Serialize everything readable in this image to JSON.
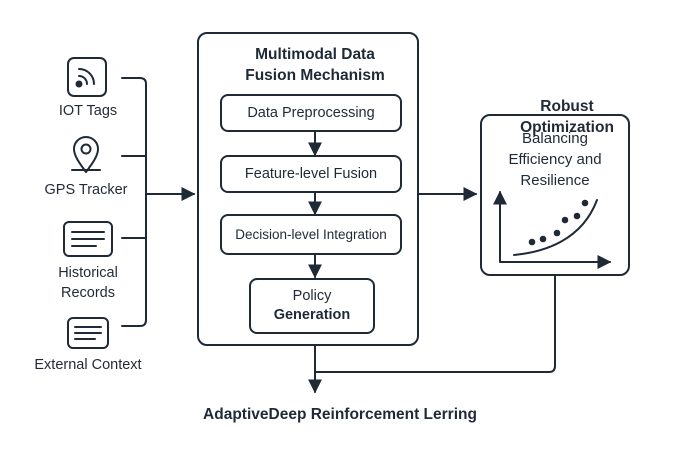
{
  "sources": {
    "iot": {
      "label": "IOT Tags",
      "icon": "wifi-tag-icon"
    },
    "gps": {
      "label": "GPS Tracker",
      "icon": "location-pin-icon"
    },
    "historical": {
      "line1": "Historical",
      "line2": "Records",
      "icon": "document-icon"
    },
    "external": {
      "label": "External Context",
      "icon": "document-icon"
    }
  },
  "fusion": {
    "title_line1": "Multimodal Data",
    "title_line2": "Fusion Mechanism",
    "steps": {
      "preprocessing": "Data Preprocessing",
      "feature": "Feature-level Fusion",
      "decision": "Decision-level Integration"
    },
    "policy_line1": "Policy",
    "policy_line2": "Generation"
  },
  "robust": {
    "title_line1": "Robust",
    "title_line2": "Optimization",
    "inner_line1": "Balancing",
    "inner_line2": "Efficiency and",
    "inner_line3": "Resilience",
    "plot_icon": "scatter-curve-icon"
  },
  "footer": "AdaptiveDeep Reinforcement Lerring",
  "colors": {
    "stroke": "#1f2a36",
    "background": "#ffffff"
  }
}
